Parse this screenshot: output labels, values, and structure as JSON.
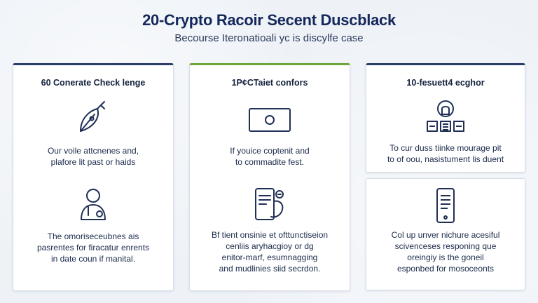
{
  "header": {
    "title": "20-Crypto Racoir Secent Duscblack",
    "subtitle": "Becourse Iteronatioali yc is discylfe case"
  },
  "cards": [
    {
      "title": "60 Conerate Check lenge",
      "icon": "pen-nib-icon",
      "lines": [
        "Our voile attcnenes and,",
        "plafore lit past or haids"
      ]
    },
    {
      "title": "1P¢CTaiet confors",
      "icon": "card-screen-icon",
      "lines": [
        "If youice coptenit and",
        "to commadite fest."
      ]
    },
    {
      "title": "10-fesuett4 ecghor",
      "icon": "lock-servers-icon",
      "lines": [
        "To cur duss tiinke mourage pit",
        "to of oou, nasistument lis duent"
      ]
    },
    {
      "title": "",
      "icon": "user-badge-icon",
      "lines": [
        "The omoriseceubnes ais",
        "pasrentes for firacatur enrents",
        "in date coun if manital."
      ]
    },
    {
      "title": "",
      "icon": "phone-hand-icon",
      "lines": [
        "Bf tient onsinie et ofttunctiseion",
        "cenliis aryhacgioy or dg",
        "enitor-marf, esumnagging",
        "and mudlinies siid secrdon."
      ]
    },
    {
      "title": "",
      "icon": "phone-device-icon",
      "lines": [
        "Col up unver nichure acesiful",
        "scivenceses responing que",
        "oreingiy is the goneil",
        "esponbed for mosoceonts"
      ]
    }
  ]
}
